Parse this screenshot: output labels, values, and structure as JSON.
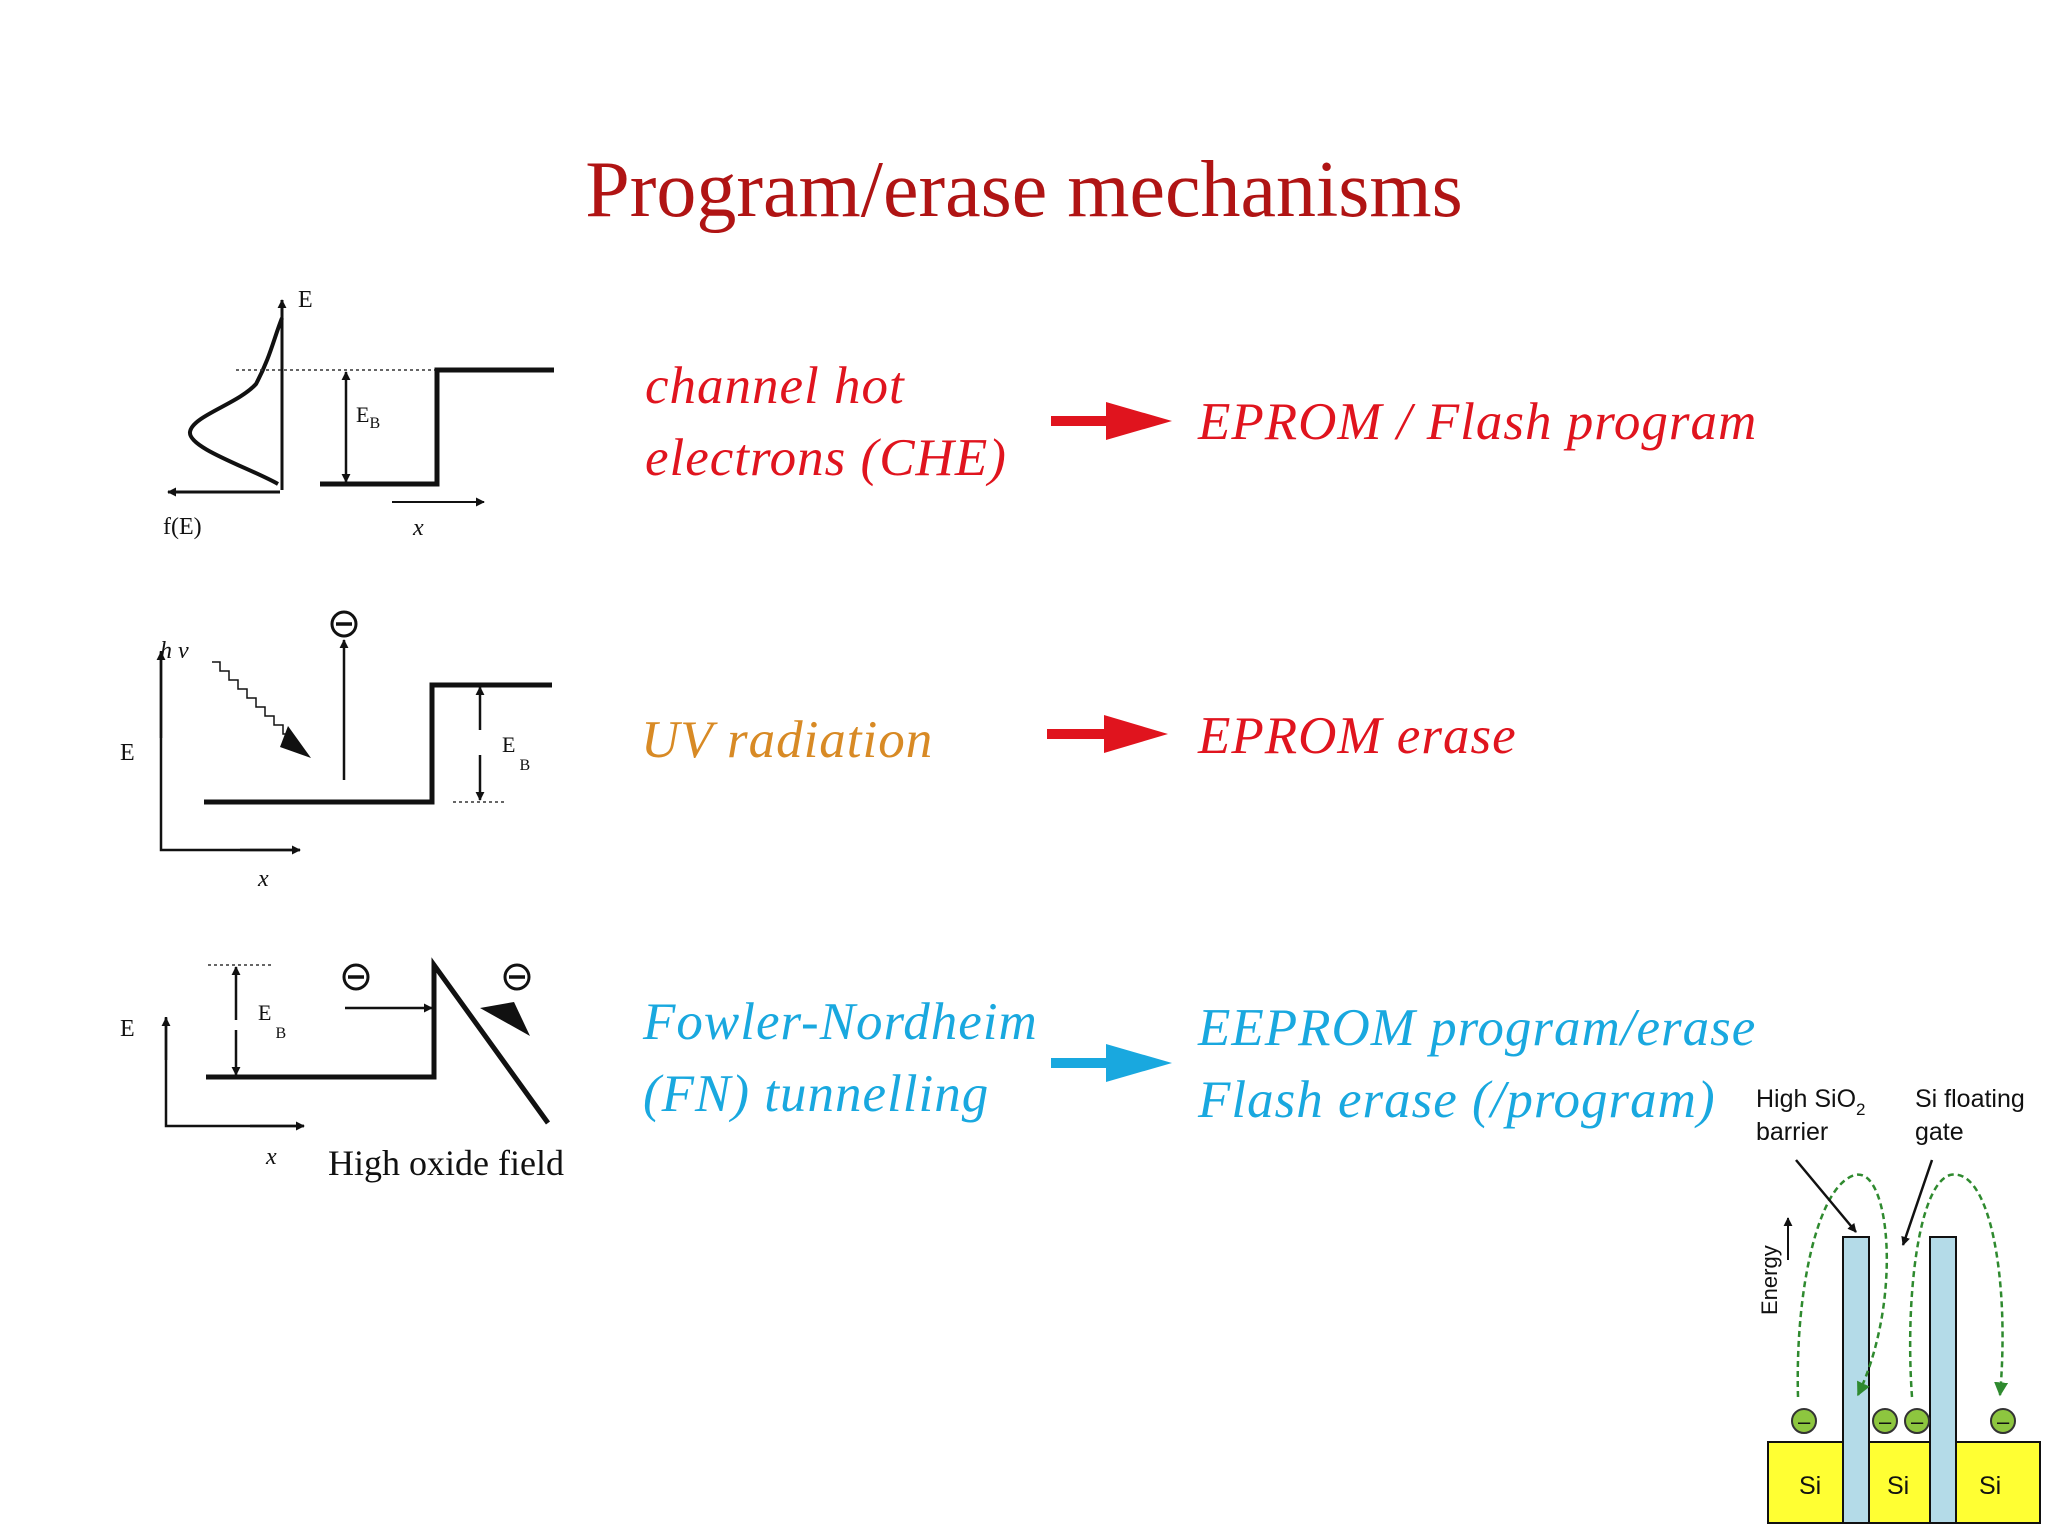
{
  "title": "Program/erase mechanisms",
  "rows": [
    {
      "mechanism": [
        "channel hot",
        "electrons (CHE)"
      ],
      "result": [
        "EPROM / Flash program"
      ],
      "color": "#e0141e",
      "arrow_color": "#e0141e"
    },
    {
      "mechanism": [
        "UV radiation"
      ],
      "result": [
        "EPROM erase"
      ],
      "color": "#d88a25",
      "result_color": "#e0141e",
      "arrow_color": "#e0141e"
    },
    {
      "mechanism": [
        "Fowler-Nordheim",
        "(FN) tunnelling"
      ],
      "result": [
        "EEPROM program/erase",
        "Flash erase (/program)"
      ],
      "color": "#19a8df",
      "arrow_color": "#19a8df"
    }
  ],
  "diagram1": {
    "y_axis": "E",
    "eb_main": "E",
    "eb_sub": "B",
    "fe_label": "f(E)",
    "x_label": "x"
  },
  "diagram2": {
    "hv_label": "h ν",
    "y_axis": "E",
    "eb_main": "E",
    "eb_sub": "B",
    "x_label": "x",
    "electron_symbol": "⊖"
  },
  "diagram3": {
    "y_axis": "E",
    "eb_main": "E",
    "eb_sub": "B",
    "x_label": "x",
    "caption": "High oxide field",
    "electron_symbol": "⊖"
  },
  "inset": {
    "label_barrier_line1": "High SiO",
    "label_barrier_sub": "2",
    "label_barrier_line2": "barrier",
    "label_gate_line1": "Si floating",
    "label_gate_line2": "gate",
    "y_axis": "Energy",
    "si_labels": [
      "Si",
      "Si",
      "Si"
    ],
    "electron_symbol": "–",
    "colors": {
      "si": "#ffff33",
      "barrier": "#b4dbe8",
      "electron": "#8dc63f",
      "arrows": "#2f8a2f"
    }
  }
}
